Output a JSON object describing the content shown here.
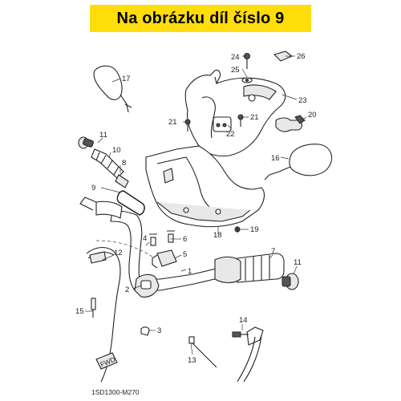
{
  "banner": {
    "text": "Na obrázku díl číslo 9",
    "color": "#ffdd0a"
  },
  "diagram_code": "1SD1300-M270",
  "fwd_label": "FWD",
  "labels": {
    "p1": "1",
    "p2": "2",
    "p3": "3",
    "p4": "4",
    "p5": "5",
    "p6": "6",
    "p7": "7",
    "p8": "8",
    "p9": "9",
    "p10": "10",
    "p11a": "11",
    "p11b": "11",
    "p12": "12",
    "p13": "13",
    "p14": "14",
    "p15": "15",
    "p16": "16",
    "p17": "17",
    "p18": "18",
    "p19": "19",
    "p20": "20",
    "p21a": "21",
    "p21b": "21",
    "p22": "22",
    "p23": "23",
    "p24": "24",
    "p25": "25",
    "p26": "26"
  }
}
